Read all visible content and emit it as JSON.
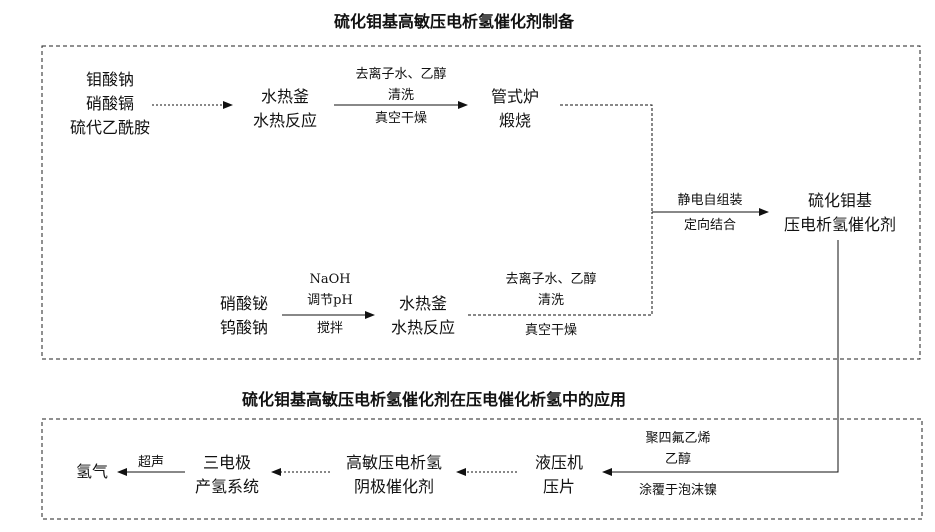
{
  "section1": {
    "title": "硫化钼基高敏压电析氢催化剂制备",
    "raw_a": [
      "钼酸钠",
      "硝酸镉",
      "硫代乙酰胺"
    ],
    "hydrothermal_a": [
      "水热釜",
      "水热反应"
    ],
    "wash_a": [
      "去离子水、乙醇",
      "清洗"
    ],
    "dry_a": "真空干燥",
    "furnace": [
      "管式炉",
      "煅烧"
    ],
    "assembly": [
      "静电自组装",
      "定向结合"
    ],
    "product": [
      "硫化钼基",
      "压电析氢催化剂"
    ],
    "raw_b": [
      "硝酸铋",
      "钨酸钠"
    ],
    "ph": [
      "NaOH",
      "调节pH"
    ],
    "stir": "搅拌",
    "hydrothermal_b": [
      "水热釜",
      "水热反应"
    ],
    "wash_b": [
      "去离子水、乙醇",
      "清洗"
    ],
    "dry_b": "真空干燥"
  },
  "section2": {
    "title": "硫化钼基高敏压电析氢催化剂在压电催化析氢中的应用",
    "binder": [
      "聚四氟乙烯",
      "乙醇"
    ],
    "coat": "涂覆于泡沫镍",
    "press": [
      "液压机",
      "压片"
    ],
    "cathode": [
      "高敏压电析氢",
      "阴极催化剂"
    ],
    "system": [
      "三电极",
      "产氢系统"
    ],
    "ultrasound": "超声",
    "hydrogen": "氢气"
  }
}
